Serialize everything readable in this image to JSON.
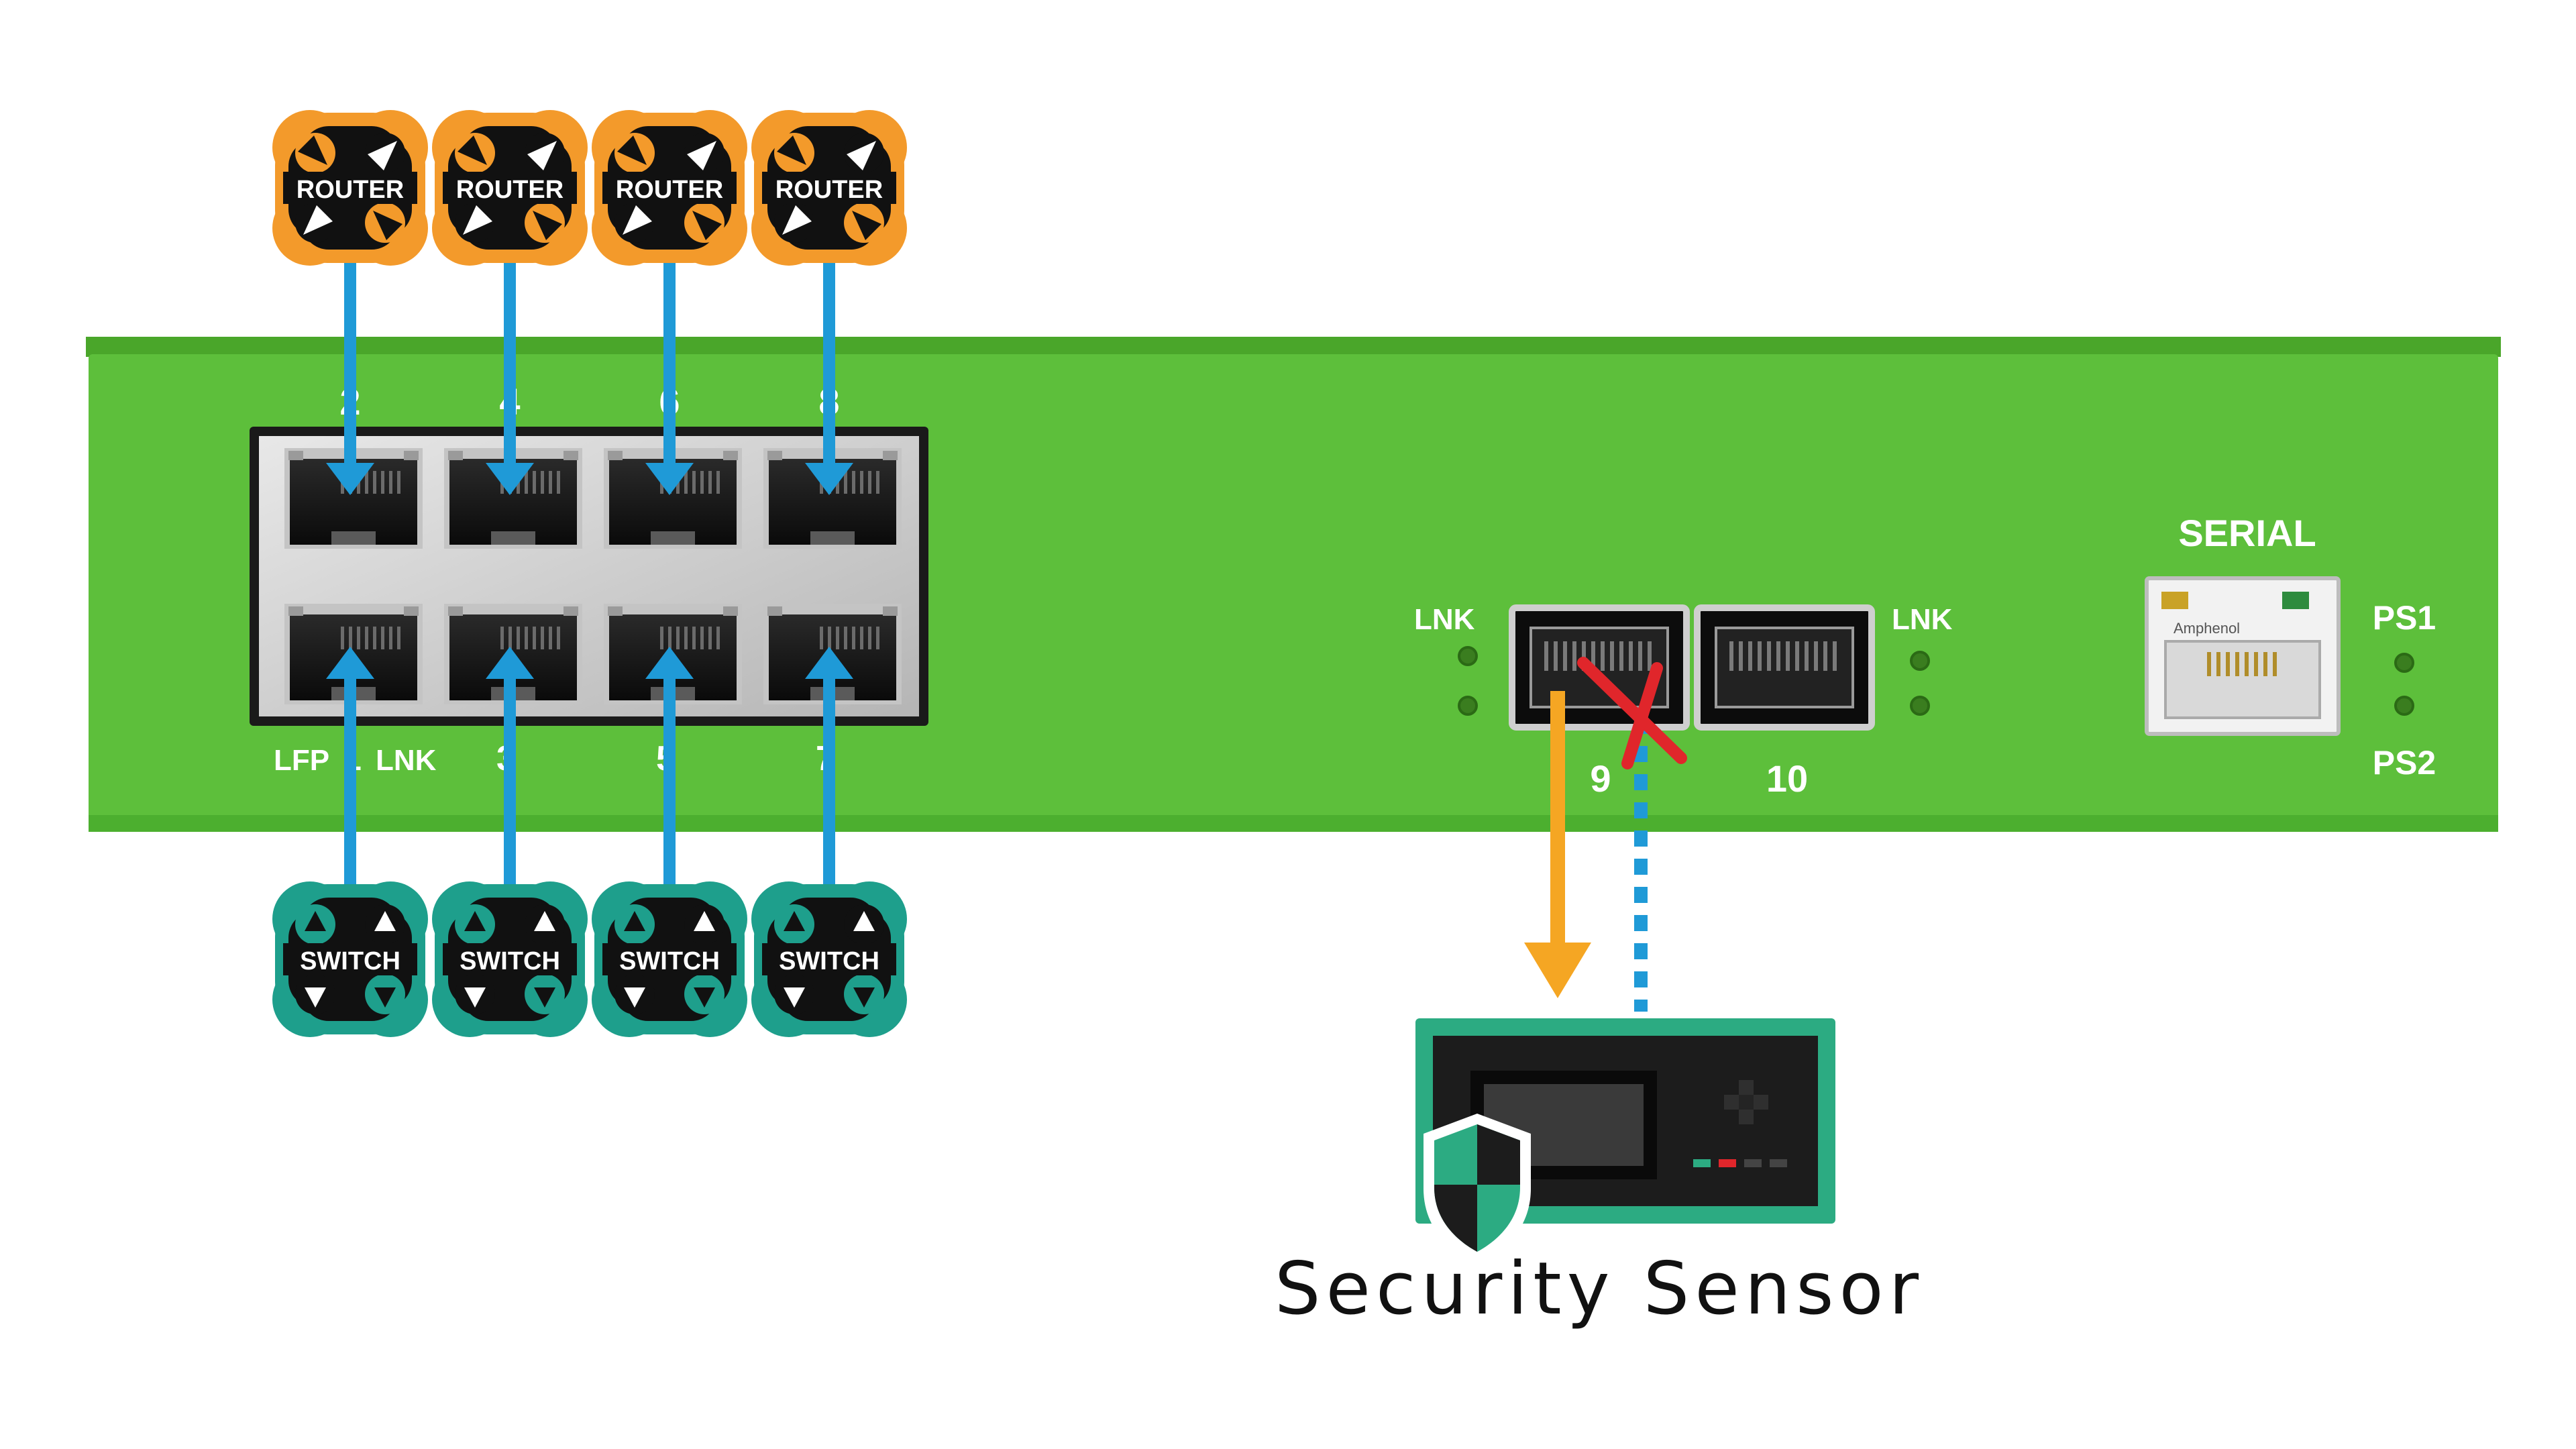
{
  "colors": {
    "chassis": "#5dbf3b",
    "chassis_top": "#4aa62a",
    "chassis_edge": "#3f9224",
    "router_fill": "#f39a2b",
    "switch_fill": "#1e9f8c",
    "link_arrow": "#1f9ad7",
    "monitor_arrow": "#f5a623",
    "blocked_x": "#e0262b",
    "sensor_frame": "#2cab82",
    "sensor_body": "#1c1c1c",
    "background": "#ffffff"
  },
  "routers": [
    {
      "label": "ROUTER",
      "icon": "router-icon"
    },
    {
      "label": "ROUTER",
      "icon": "router-icon"
    },
    {
      "label": "ROUTER",
      "icon": "router-icon"
    },
    {
      "label": "ROUTER",
      "icon": "router-icon"
    }
  ],
  "switches": [
    {
      "label": "SWITCH",
      "icon": "switch-icon"
    },
    {
      "label": "SWITCH",
      "icon": "switch-icon"
    },
    {
      "label": "SWITCH",
      "icon": "switch-icon"
    },
    {
      "label": "SWITCH",
      "icon": "switch-icon"
    }
  ],
  "device": {
    "top_port_numbers": [
      "2",
      "4",
      "6",
      "8"
    ],
    "bottom_labels": {
      "lfp": "LFP",
      "one": "1",
      "lnk": "LNK",
      "three": "3",
      "five": "5",
      "seven": "7"
    },
    "sfp_left_led_label": "LNK",
    "sfp_right_led_label": "LNK",
    "sfp_port_numbers": [
      "9",
      "10"
    ],
    "serial_label": "SERIAL",
    "serial_connector_brand": "Amphenol",
    "power_labels": [
      "PS1",
      "PS2"
    ]
  },
  "sensor": {
    "caption": "Security Sensor",
    "shield_icon": "shield-icon"
  }
}
